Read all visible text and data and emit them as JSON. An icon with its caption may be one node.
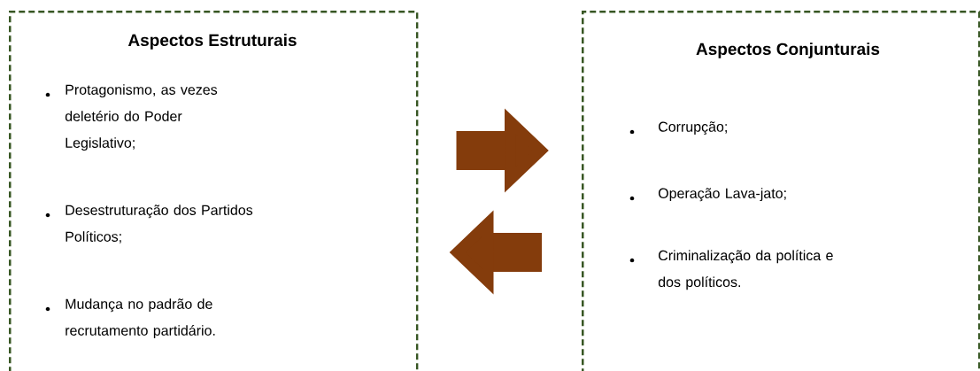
{
  "diagram": {
    "nodes": [
      {
        "text": [
          "Aspectos Estruturais",
          "Protagonismo, as vezes deletério do Poder Legislativo;",
          "Desestruturação dos Partidos Políticos;",
          "Mudança no padrão de recrutamento partidário."
        ]
      },
      {
        "text": [
          "Aspectos Conjunturais",
          "Corrupção;",
          "Operação Lava-jato;",
          "Criminalização da política e dos políticos."
        ]
      }
    ],
    "edges": [
      {
        "from": 0,
        "to": 1,
        "arrow": "to"
      },
      {
        "from": 1,
        "to": 0,
        "arrow": "to"
      }
    ]
  }
}
